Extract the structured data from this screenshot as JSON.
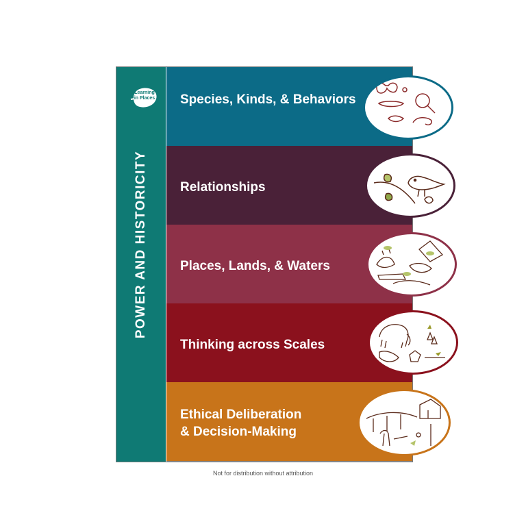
{
  "side_title": "POWER AND HISTORICITY",
  "logo": {
    "text_line1": "Learning",
    "text_line2": "in Places"
  },
  "bands": [
    {
      "label": "Species, Kinds, & Behaviors",
      "color": "#0c6b87",
      "icon": "insects-sketch-icon"
    },
    {
      "label": "Relationships",
      "color": "#4a2138",
      "icon": "bird-and-plant-sketch-icon"
    },
    {
      "label": "Places, Lands, & Waters",
      "color": "#8e3148",
      "icon": "landscape-map-sketch-icon"
    },
    {
      "label": "Thinking across Scales",
      "color": "#8b111d",
      "icon": "mammoth-and-map-sketch-icon"
    },
    {
      "label_line1": "Ethical Deliberation",
      "label_line2": "& Decision-Making",
      "color": "#c8741a",
      "icon": "field-scene-sketch-icon"
    }
  ],
  "footer": "Not for distribution without attribution"
}
